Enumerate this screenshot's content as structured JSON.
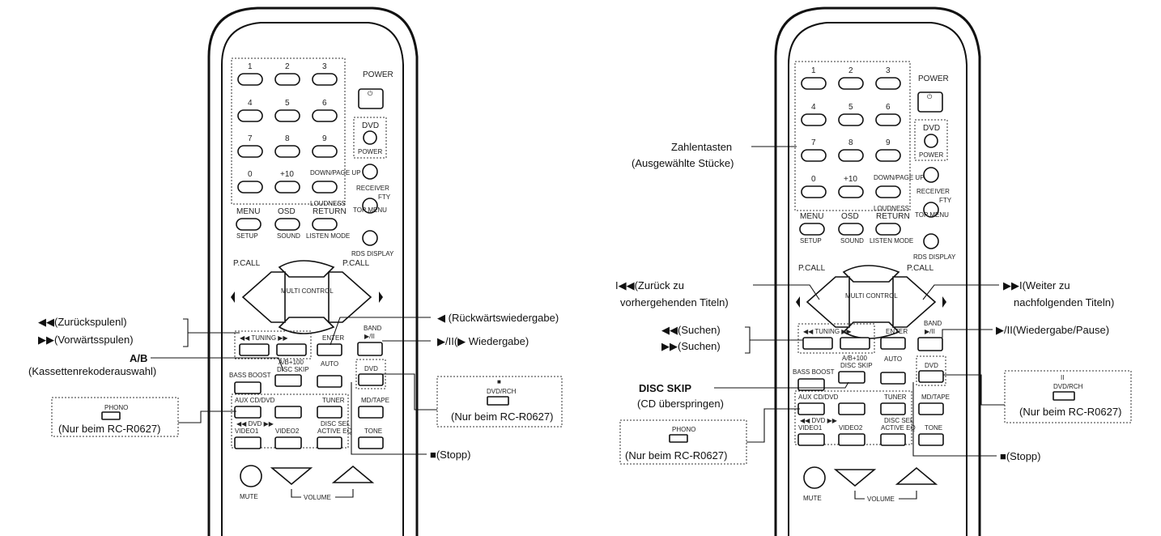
{
  "remote_labels": {
    "power": "POWER",
    "power_symbol": "⏻",
    "digits": [
      "1",
      "2",
      "3",
      "4",
      "5",
      "6",
      "7",
      "8",
      "9",
      "0",
      "+10"
    ],
    "dvd": "DVD",
    "dvd_power": "POWER",
    "receiver": "RECEIVER",
    "down_page_up": "DOWN/PAGE UP",
    "fty": "FTY",
    "loudness": "LOUDNESS",
    "top_menu": "TOP MENU",
    "rds_display": "RDS DISPLAY",
    "menu": "MENU",
    "setup": "SETUP",
    "osd": "OSD",
    "sound": "SOUND",
    "return": "RETURN",
    "listen_mode": "LISTEN MODE",
    "pcall": "P.CALL",
    "multi_control": "MULTI CONTROL",
    "tuning": "◀◀  TUNING  ▶▶",
    "enter": "ENTER",
    "band": "BAND",
    "play_pause": "▶/II",
    "ab100": "A/B+100",
    "disc_skip": "DISC SKIP",
    "auto": "AUTO",
    "bass_boost": "BASS BOOST",
    "dvd_btn": "DVD",
    "aux_cd_dvd": "AUX CD/DVD",
    "tuner": "TUNER",
    "md_tape": "MD/TAPE",
    "dvd_nav": "◀◀  DVD  ▶▶",
    "video1": "VIDEO1",
    "video2": "VIDEO2",
    "disc_sel": "DISC SEL",
    "active_eq": "ACTIVE EQ",
    "tone": "TONE",
    "mute": "MUTE",
    "volume": "VOLUME",
    "phono": "PHONO",
    "dvd_rch": "DVD/RCH"
  },
  "left_callouts": {
    "rewind": "◀◀(Zurückspulenl)",
    "fast_forward": "▶▶(Vorwärtsspulen)",
    "ab_bold": "A/B",
    "ab_desc": "(Kassettenrekoderauswahl)",
    "phono_note": "(Nur beim RC-R0627)",
    "reverse_play": "◀ (Rückwärtswiedergabe)",
    "play": "▶/II(▶ Wiedergabe)",
    "dvd_note": "(Nur beim RC-R0627)",
    "stop": "■(Stopp)"
  },
  "right_callouts": {
    "numbers": "Zahlentasten",
    "numbers_desc": "(Ausgewählte Stücke)",
    "prev": "I◀◀(Zurück zu",
    "prev2": "vorhergehenden Titeln)",
    "next": "▶▶I(Weiter zu",
    "next2": "nachfolgenden Titeln)",
    "search_back": "◀◀(Suchen)",
    "search_fwd": "▶▶(Suchen)",
    "play_pause": "▶/II(Wiedergabe/Pause)",
    "dvd_note": "(Nur beim RC-R0627)",
    "disc_skip_bold": "DISC SKIP",
    "disc_skip_desc": "(CD überspringen)",
    "phono_note": "(Nur beim RC-R0627)",
    "stop": "■(Stopp)"
  }
}
